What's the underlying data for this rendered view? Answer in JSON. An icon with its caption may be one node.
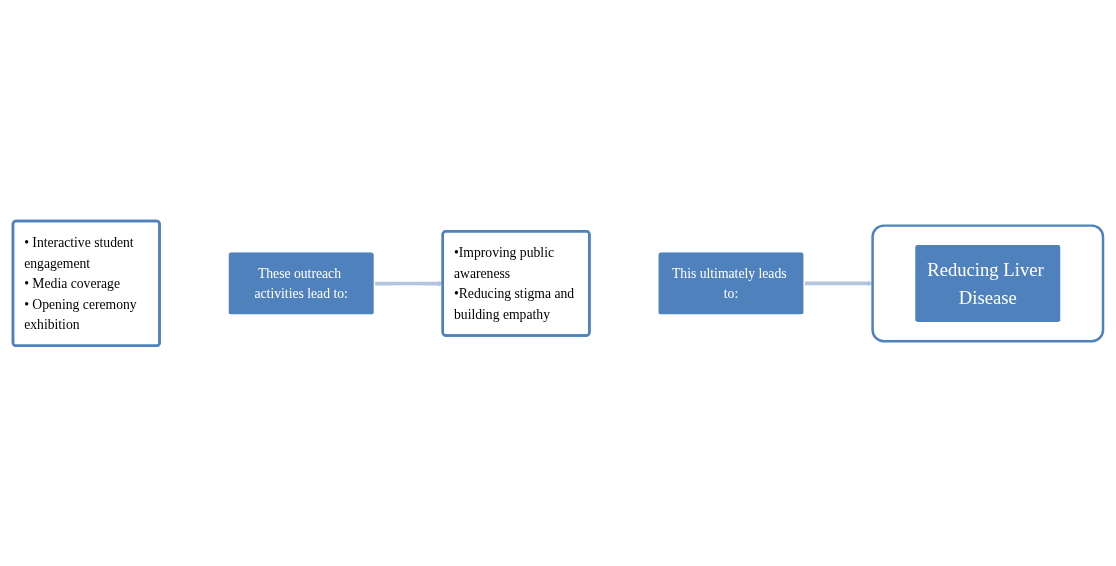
{
  "diagram": {
    "nodes": [
      {
        "text": [
          "• Interactive student engagement",
          "• Media coverage",
          "• Opening ceremony exhibition"
        ]
      },
      {
        "text": [
          "These outreach activities lead to:"
        ]
      },
      {
        "text": [
          "•Improving public awareness",
          "•Reducing stigma and building empathy"
        ]
      },
      {
        "text": [
          "This ultimately leads to:"
        ]
      },
      {
        "text": [],
        "shape": "box"
      },
      {
        "text": [
          "Reducing Liver Disease"
        ],
        "in": 4
      }
    ],
    "edges": [
      {
        "from": 1,
        "to": 2,
        "arrow": "to"
      },
      {
        "from": 3,
        "to": 4,
        "arrow": "to"
      }
    ]
  }
}
